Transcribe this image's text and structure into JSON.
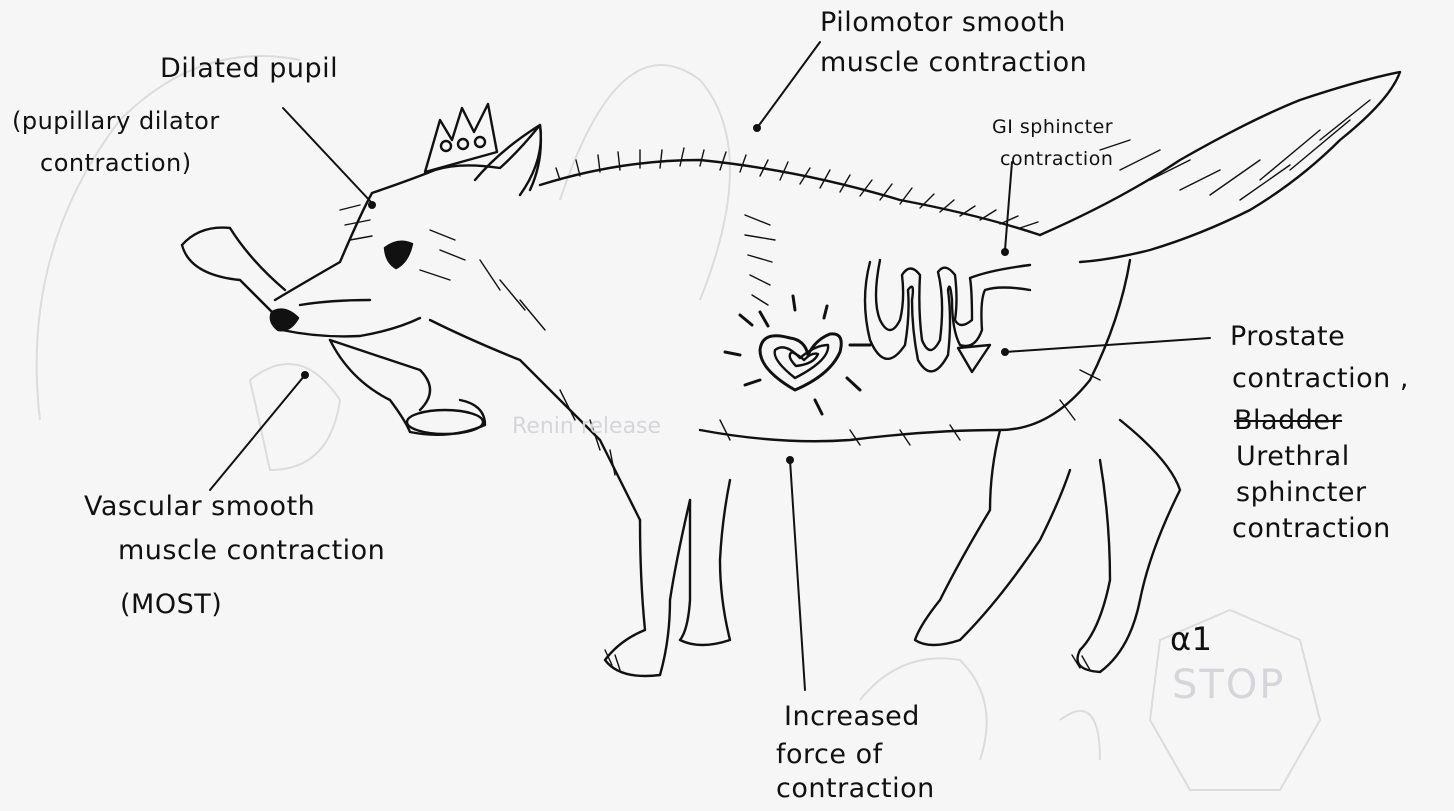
{
  "labels": {
    "dilated_pupil": "Dilated pupil",
    "pupillary_line1": "(pupillary dilator",
    "pupillary_line2": "contraction)",
    "pilomotor_line1": "Pilomotor smooth",
    "pilomotor_line2": "muscle contraction",
    "gi_line1": "GI sphincter",
    "gi_line2": "contraction",
    "prostate_line1": "Prostate",
    "prostate_line2": "contraction ,",
    "bladder_struck": "Bladder",
    "urethral_line1": "Urethral",
    "urethral_line2": "sphincter",
    "urethral_line3": "contraction",
    "vascular_line1": "Vascular smooth",
    "vascular_line2": "muscle contraction",
    "vascular_line3": "(MOST)",
    "heart_line1": "Increased",
    "heart_line2": "force of",
    "heart_line3": "contraction",
    "receptor": "α1"
  },
  "background": {
    "stop_sign_text": "STOP",
    "faint_text": "Renin release"
  },
  "colors": {
    "ink": "#111111",
    "paper": "#f6f6f7",
    "faint": "#d6d6da"
  }
}
